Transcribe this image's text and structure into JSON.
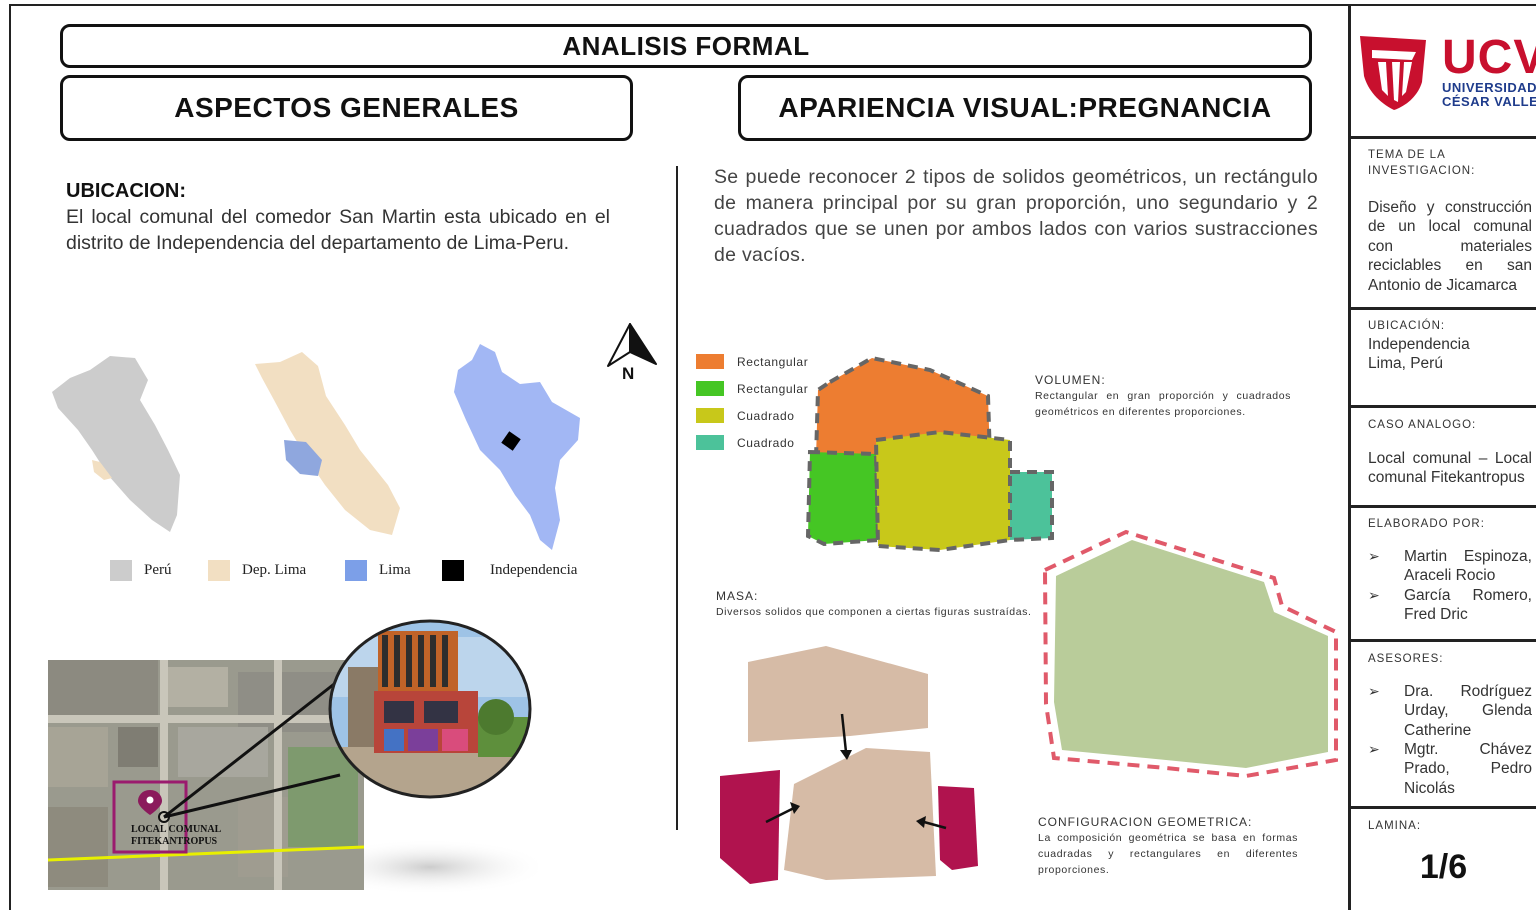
{
  "header": {
    "title": "ANALISIS FORMAL"
  },
  "sections": {
    "left_title": "ASPECTOS GENERALES",
    "right_title": "APARIENCIA VISUAL:PREGNANCIA"
  },
  "ubicacion": {
    "heading": "UBICACION:",
    "text": "El local comunal del comedor San Martin esta ubicado en el distrito de Independencia del departamento de Lima-Peru."
  },
  "pregnancia": {
    "text": "Se puede reconocer 2 tipos de solidos geométricos, un rectángulo de manera principal por su gran proporción, uno segundario y 2 cuadrados que se unen por ambos lados con varios sustracciones de vacíos."
  },
  "map_legend": [
    {
      "label": "Perú",
      "color": "#cccccc"
    },
    {
      "label": "Dep. Lima",
      "color": "#f2dfc2"
    },
    {
      "label": "Lima",
      "color": "#7c9fe8"
    },
    {
      "label": "Independencia",
      "color": "#000000"
    }
  ],
  "north_arrow": {
    "label": "N"
  },
  "aerial": {
    "location_label_line1": "LOCAL COMUNAL",
    "location_label_line2": "FITEKANTROPUS"
  },
  "volume_legend": [
    {
      "label": "Rectangular",
      "color": "#ed7d31"
    },
    {
      "label": "Rectangular",
      "color": "#45c624"
    },
    {
      "label": "Cuadrado",
      "color": "#c8c81a"
    },
    {
      "label": "Cuadrado",
      "color": "#4cc29a"
    }
  ],
  "notes": {
    "volumen_heading": "VOLUMEN:",
    "volumen_text": "Rectangular en gran proporción y cuadrados geométricos en diferentes proporciones.",
    "masa_heading": "MASA:",
    "masa_text": "Diversos solidos que componen a ciertas figuras sustraídas.",
    "config_heading": "CONFIGURACION GEOMETRICA:",
    "config_text": "La composición geométrica se basa en formas cuadradas y rectangulares en diferentes proporciones."
  },
  "sidebar": {
    "logo_word": "UCV",
    "logo_sub1": "UNIVERSIDAD",
    "logo_sub2": "CÉSAR VALLEJO",
    "tema_label": "TEMA DE LA INVESTIGACION:",
    "tema_text": "Diseño y construcción de un local comunal con materiales reciclables en san Antonio de Jicamarca",
    "ubicacion_label": "UBICACIÓN:",
    "ubicacion_line1": "Independencia",
    "ubicacion_line2": "Lima, Perú",
    "caso_label": "CASO ANALOGO:",
    "caso_text": "Local comunal – Local comunal Fitekantropus",
    "elaborado_label": "ELABORADO POR:",
    "authors": [
      "Martin Espinoza, Araceli Rocio",
      "García Romero, Fred Dric"
    ],
    "asesores_label": "ASESORES:",
    "asesores": [
      "Dra. Rodríguez Urday, Glenda Catherine",
      "Mgtr. Chávez Prado, Pedro Nicolás"
    ],
    "bullet_mark": "➢",
    "lamina_label": "LAMINA:",
    "lamina_value": "1/6"
  }
}
